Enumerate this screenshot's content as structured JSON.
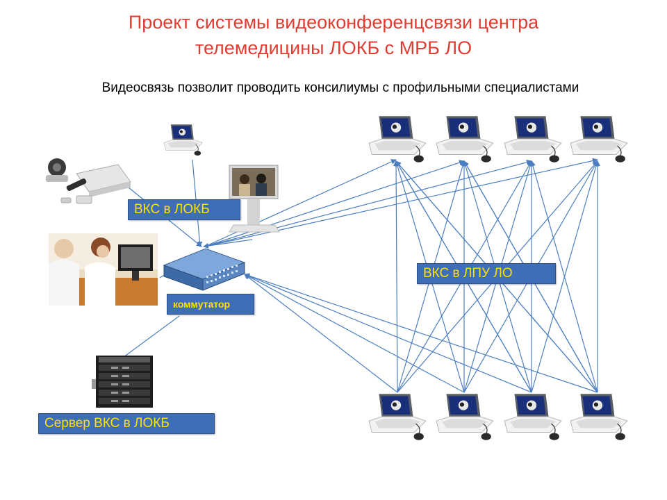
{
  "title": {
    "line1": "Проект системы видеоконференцсвязи центра",
    "line2": "телемедицины ЛОКБ с МРБ ЛО"
  },
  "subtitle": "Видеосвязь позволит проводить консилиумы с профильными специалистами",
  "labels": {
    "vks_lokb": "ВКС в ЛОКБ",
    "vks_lpu": "ВКС в ЛПУ ЛО",
    "switch": "коммутатор",
    "server": "Сервер ВКС в ЛОКБ"
  },
  "colors": {
    "title": "#e03c31",
    "label_bg": "#3e6fb6",
    "label_text": "#ffe000",
    "link": "#4a7ec0"
  },
  "icons": {
    "codec": "video-codec-icon",
    "laptop": "laptop-icon",
    "telepresence": "telepresence-screen-icon",
    "photo": "doctors-photo",
    "switch": "network-switch-icon",
    "server": "server-rack-icon"
  }
}
